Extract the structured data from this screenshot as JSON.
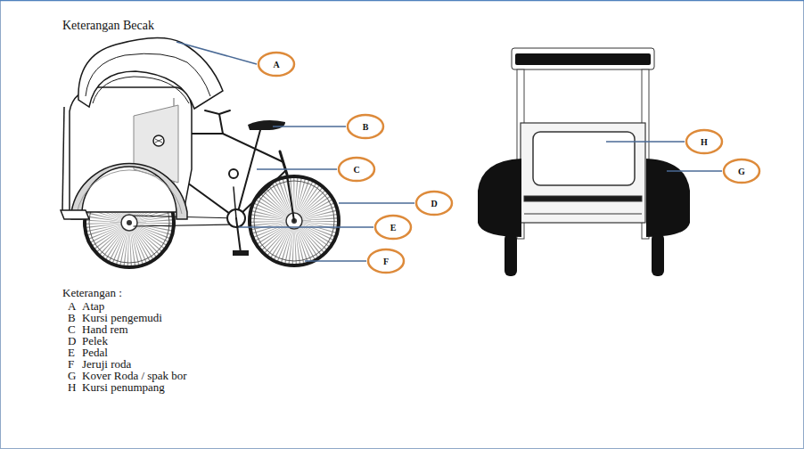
{
  "diagram": {
    "title": "Keterangan Becak",
    "nodes": [
      {
        "text": [
          "A"
        ]
      },
      {
        "text": [
          "B"
        ]
      },
      {
        "text": [
          "C"
        ]
      },
      {
        "text": [
          "D"
        ]
      },
      {
        "text": [
          "E"
        ]
      },
      {
        "text": [
          "F"
        ]
      },
      {
        "text": [
          "H"
        ]
      },
      {
        "text": [
          "G"
        ]
      }
    ],
    "labels": [
      "Keterangan :",
      "A",
      "Atap",
      "B",
      "Kursi pengemudi",
      "C",
      "Hand rem",
      "D",
      "Pelek",
      "E",
      "Pedal",
      "F",
      "Jeruji roda",
      "G",
      "Kover Roda / spak bor",
      "H",
      "Kursi penumpang"
    ]
  }
}
